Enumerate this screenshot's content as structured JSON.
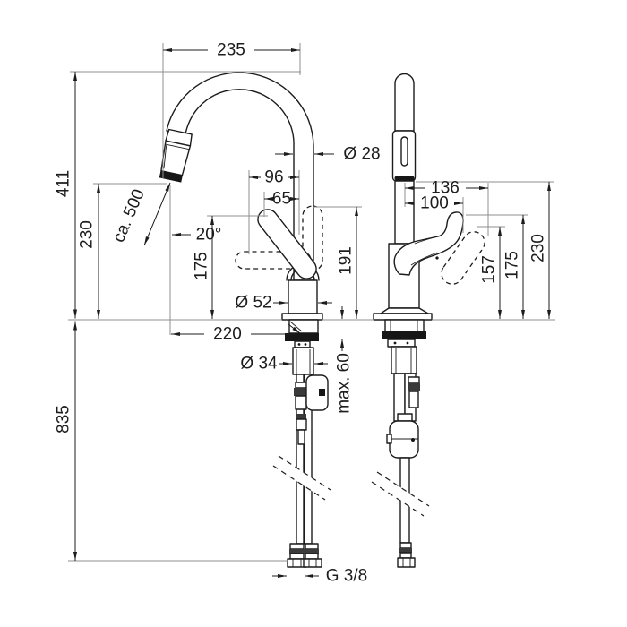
{
  "drawing_title": "kitchen-faucet-dimensional-drawing",
  "colors": {
    "line": "#1c1c1c",
    "reference": "#8f8f8f",
    "background": "#ffffff"
  },
  "dimensions": {
    "overall_width": "235",
    "overall_height": "411",
    "outlet_height": "230",
    "below_counter_depth": "835",
    "hose_pullout_length": "ca. 500",
    "spray_angle": "20°",
    "spout_pipe_diameter": "Ø 28",
    "handle_swing_width": "96",
    "handle_width": "65",
    "handle_top_height": "175",
    "handle_max_height": "191",
    "body_diameter": "Ø 52",
    "spout_reach": "220",
    "shank_diameter": "Ø 34",
    "max_counter_thickness": "max. 60",
    "connection_thread": "G 3/8",
    "side_reach_outer": "136",
    "side_reach_inner": "100",
    "side_handle_height_low": "157",
    "side_handle_height_high": "175",
    "side_outlet_height": "230"
  }
}
